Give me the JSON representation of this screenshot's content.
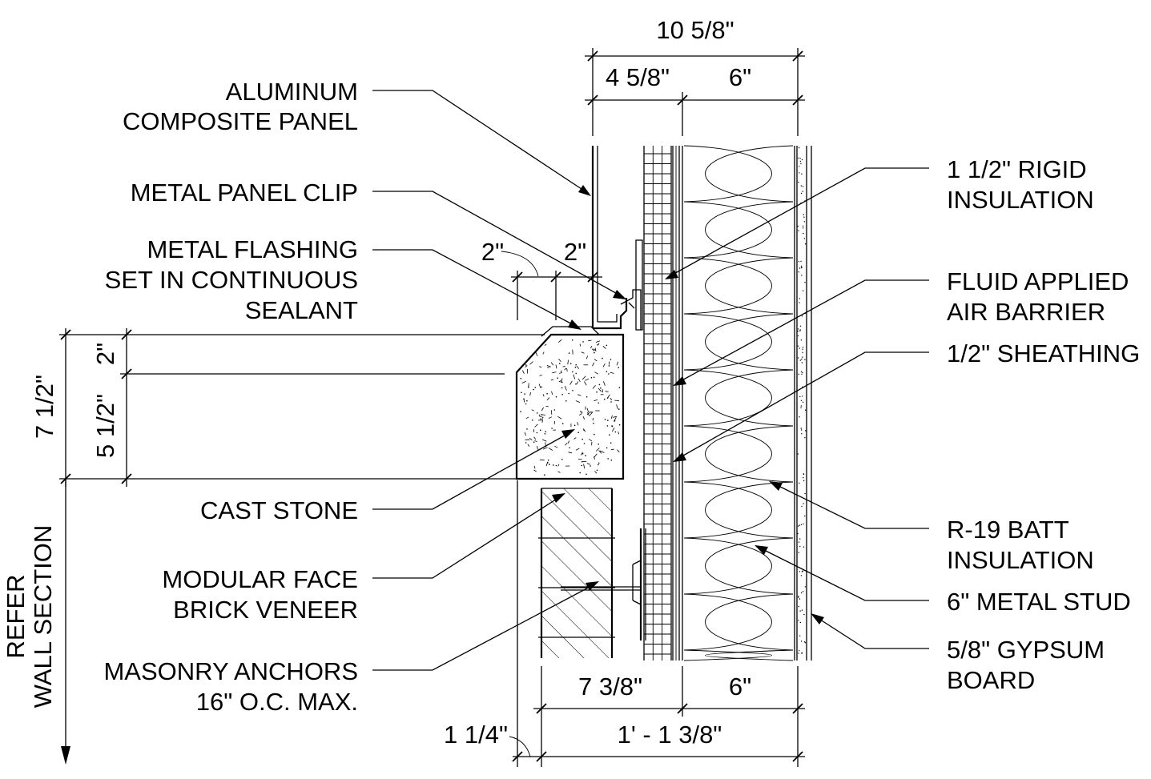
{
  "labels": {
    "aluminum_panel": [
      "ALUMINUM",
      "COMPOSITE PANEL"
    ],
    "metal_panel_clip": [
      "METAL PANEL CLIP"
    ],
    "metal_flashing": [
      "METAL FLASHING",
      "SET IN CONTINUOUS",
      "SEALANT"
    ],
    "cast_stone": [
      "CAST STONE"
    ],
    "brick_veneer": [
      "MODULAR FACE",
      "BRICK VENEER"
    ],
    "masonry_anchors": [
      "MASONRY ANCHORS",
      "16\" O.C. MAX."
    ],
    "rigid_insulation": [
      "1 1/2\" RIGID",
      "INSULATION"
    ],
    "air_barrier": [
      "FLUID APPLIED",
      "AIR BARRIER"
    ],
    "sheathing": [
      "1/2\" SHEATHING"
    ],
    "batt_insulation": [
      "R-19 BATT",
      "INSULATION"
    ],
    "metal_stud": [
      "6\" METAL STUD"
    ],
    "gypsum_board": [
      "5/8\" GYPSUM",
      "BOARD"
    ],
    "refer": [
      "REFER",
      "WALL SECTION"
    ]
  },
  "dimensions": {
    "top_overall": "10 5/8\"",
    "top_panel": "4 5/8\"",
    "top_stud": "6\"",
    "flash_left": "2\"",
    "flash_right": "2\"",
    "stone_total": "7 1/2\"",
    "stone_top": "2\"",
    "stone_main": "5 1/2\"",
    "bottom_brick": "7 3/8\"",
    "bottom_stud": "6\"",
    "bottom_overall": "1' - 1 3/8\"",
    "bottom_left": "1 1/4\""
  }
}
